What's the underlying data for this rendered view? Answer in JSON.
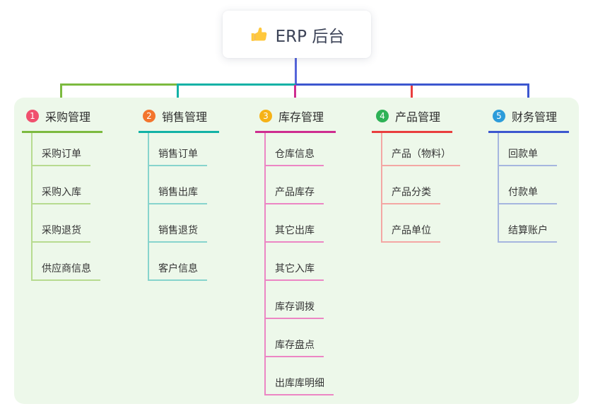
{
  "root": {
    "title": "ERP 后台",
    "icon": "thumbs-up-icon"
  },
  "panel": {
    "background": "#EDF8EA"
  },
  "connector_colors": {
    "root_line": "#5565DA"
  },
  "branches": [
    {
      "num": "1",
      "label": "采购管理",
      "badge_color": "#F0506E",
      "line_color": "#7CBA3F",
      "light_color": "#B7DB90",
      "children": [
        "采购订单",
        "采购入库",
        "采购退货",
        "供应商信息"
      ]
    },
    {
      "num": "2",
      "label": "销售管理",
      "badge_color": "#F3752D",
      "line_color": "#12B2A6",
      "light_color": "#87D4CD",
      "children": [
        "销售订单",
        "销售出库",
        "销售退货",
        "客户信息"
      ]
    },
    {
      "num": "3",
      "label": "库存管理",
      "badge_color": "#F6B217",
      "line_color": "#CE2D90",
      "light_color": "#EC86C4",
      "children": [
        "仓库信息",
        "产品库存",
        "其它出库",
        "其它入库",
        "库存调拨",
        "库存盘点",
        "出库库明细"
      ]
    },
    {
      "num": "4",
      "label": "产品管理",
      "badge_color": "#2EB256",
      "line_color": "#E93E3E",
      "light_color": "#F4A7A4",
      "children": [
        "产品（物料）",
        "产品分类",
        "产品单位"
      ]
    },
    {
      "num": "5",
      "label": "财务管理",
      "badge_color": "#2C9CDA",
      "line_color": "#3C57CF",
      "light_color": "#A6B6DF",
      "children": [
        "回款单",
        "付款单",
        "结算账户"
      ]
    }
  ]
}
